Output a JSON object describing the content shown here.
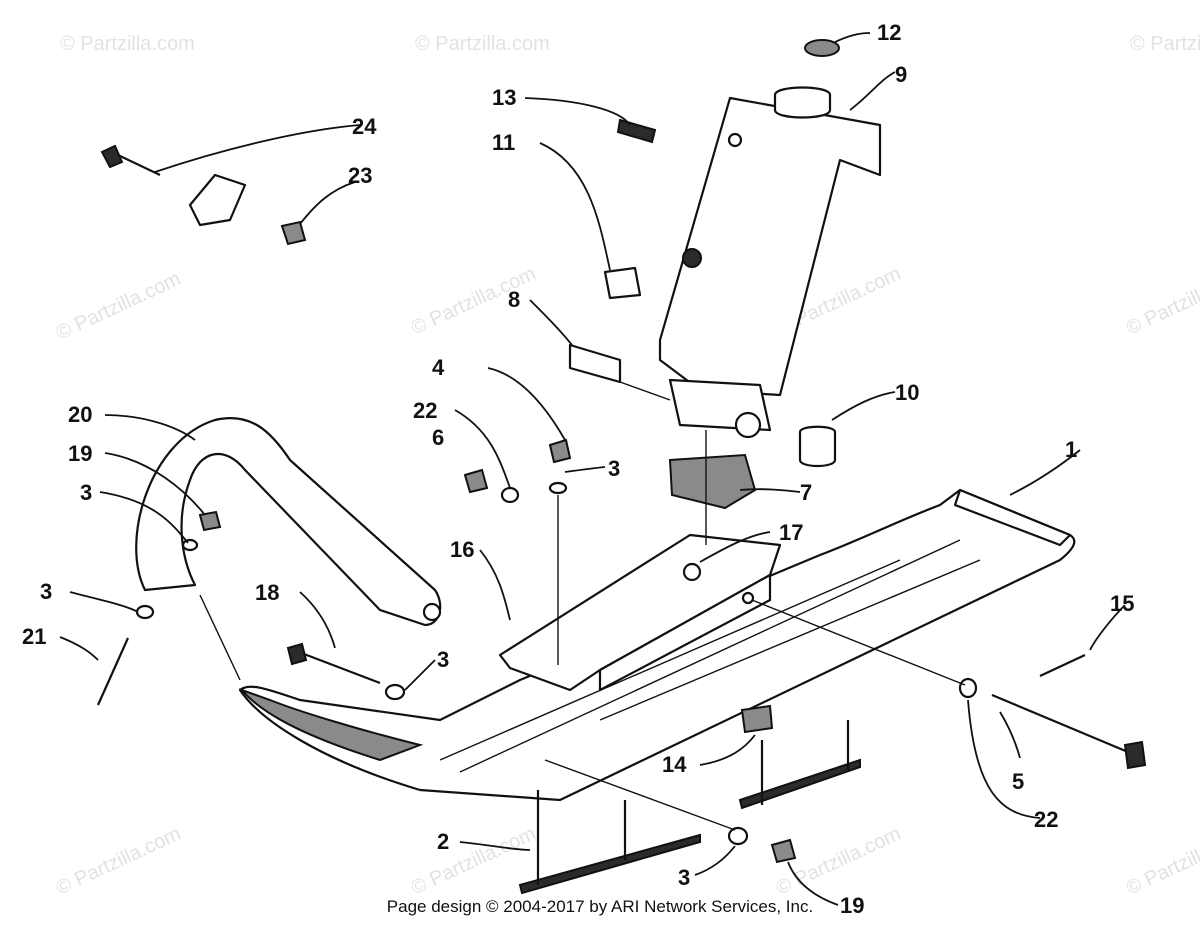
{
  "watermark": "© Partzilla.com",
  "footer": "Page design © 2004-2017 by ARI Network Services, Inc.",
  "callouts": [
    "1",
    "2",
    "3",
    "3",
    "3",
    "3",
    "3",
    "4",
    "5",
    "6",
    "7",
    "8",
    "9",
    "10",
    "11",
    "12",
    "13",
    "14",
    "15",
    "16",
    "17",
    "18",
    "19",
    "19",
    "20",
    "21",
    "22",
    "22",
    "23",
    "24"
  ]
}
